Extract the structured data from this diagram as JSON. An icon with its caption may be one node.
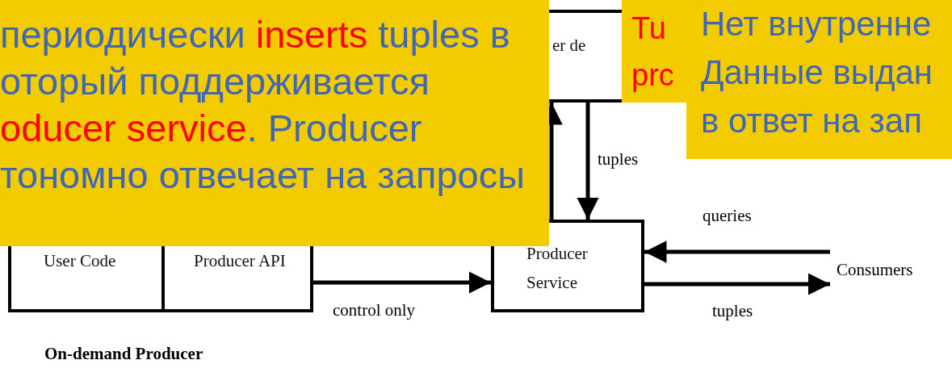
{
  "diagram": {
    "caption": "On-demand Producer",
    "nodes": [
      {
        "text": [
          "периодически **inserts** tuples в оторый поддерживается **oducer service**. Producer тономно отвечает на запросы"
        ]
      },
      {
        "text": [
          "Tu prc"
        ]
      },
      {
        "text": [
          "Нет внутренне Данные выдан в ответ на зап"
        ]
      },
      {
        "text": [
          "er de"
        ]
      },
      {
        "text": [
          "User Code"
        ]
      },
      {
        "text": [
          "Producer API"
        ]
      },
      {
        "text": [
          "Producer Service"
        ]
      },
      {
        "text": [
          "Consumers"
        ]
      }
    ],
    "edges": [
      {
        "from": 6,
        "to": 3,
        "arrow": "to"
      },
      {
        "from": 3,
        "to": 6,
        "arrow": "to",
        "label": "tuples"
      },
      {
        "from": 7,
        "to": 6,
        "arrow": "to",
        "label": "queries"
      },
      {
        "from": 6,
        "to": 7,
        "arrow": "to",
        "label": "tuples"
      },
      {
        "from": 5,
        "to": 6,
        "arrow": "to",
        "label": "control only"
      }
    ]
  }
}
